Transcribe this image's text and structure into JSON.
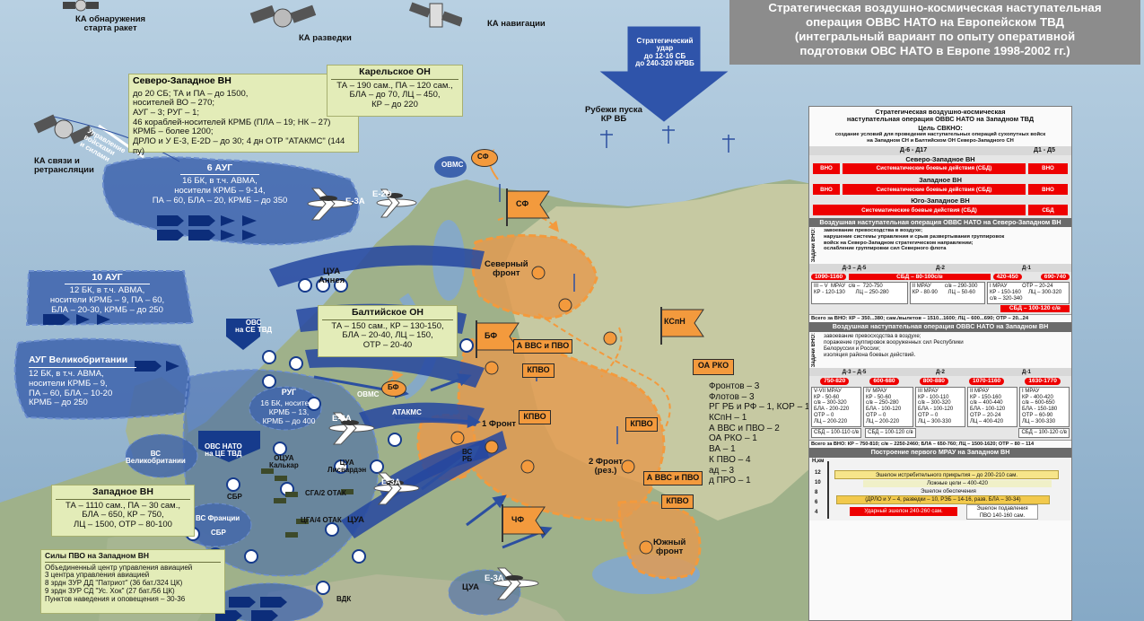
{
  "title": {
    "lines": [
      "Стратегическая воздушно-космическая наступательная",
      "операция ОВВС НАТО на Европейском ТВД",
      "(интегральный вариант по опыту оперативной",
      "подготовки ОВС НАТО в Европе 1998-2002 гг.)"
    ]
  },
  "satellites": {
    "launch": "КА обнаружения\nстарта ракет",
    "recon": "КА разведки",
    "nav": "КА навигации",
    "comms": "КА связи и\nретрансляции",
    "comms_arrow": "Управление\nвойсками\nи силами"
  },
  "strike": {
    "label": "Стратегический\nудар\nдо 12-16 СБ\nдо 240-320 КРВБ"
  },
  "launch_lines": "Рубежи пуска\nКР ВБ",
  "nw_box": {
    "title": "Северо-Западное ВН",
    "lines": [
      "до 20 СБ; ТА и ПА – до 1500,",
      "носителей ВО – 270;",
      "АУГ – 3; РУГ – 1;",
      "46 кораблей-носителей КРМБ (ПЛА – 19; НК – 27)",
      "КРМБ – более 1200;",
      "ДРЛО и У Е-3, Е-2D – до 30; 4 дн ОТР \"АТАКМС\" (144 пу)"
    ]
  },
  "karel_box": {
    "title": "Карельское ОН",
    "lines": [
      "ТА – 190 сам., ПА – 120 сам.,",
      "БЛА – до 70, ЛЦ – 450,",
      "КР – до 220"
    ]
  },
  "baltic_box": {
    "title": "Балтийское ОН",
    "lines": [
      "ТА – 150 сам., КР – 130-150,",
      "БЛА – 20-40, ЛЦ – 150,",
      "ОТР – 20-40"
    ]
  },
  "west_box": {
    "title": "Западное ВН",
    "lines": [
      "ТА – 1110 сам., ПА – 30 сам.,",
      "БЛА – 650, КР – 750,",
      "ЛЦ – 1500, ОТР – 80-100"
    ]
  },
  "pvo_box": {
    "title": "Силы ПВО на Западном ВН",
    "lines": [
      "Объединенный центр управления авиацией",
      "3 центра управления авиацией",
      "8 зрдн ЗУР ДД \"Патриот\" (36 бат./324 ЦК)",
      "9 зрдн ЗУР СД \"Ус. Хок\" (27 бат./56 ЦК)",
      "Пунктов наведения и оповещения – 30-36"
    ]
  },
  "aug6": {
    "title": "6 АУГ",
    "lines": [
      "16 БК, в т.ч. АВМА,",
      "носители КРМБ – 9-14,",
      "ПА – 60, БЛА – 20, КРМБ – до 350"
    ]
  },
  "aug10": {
    "title": "10 АУГ",
    "lines": [
      "12 БК, в т.ч. АВМА,",
      "носители КРМБ – 9, ПА – 60,",
      "БЛА – 20-30, КРМБ – до 250"
    ]
  },
  "aug_uk": {
    "title": "АУГ Великобритании",
    "lines": [
      "12 БК, в т.ч. АВМА,",
      "носители КРМБ – 9,",
      "ПА – 60, БЛА – 10-20",
      "КРМБ – до 250"
    ]
  },
  "rug": {
    "title": "РУГ",
    "lines": [
      "16 БК, носители",
      "КРМБ – 13,",
      "КРМБ – до 400"
    ]
  },
  "map_labels": {
    "ovms1": "ОВМС",
    "sf_small": "СФ",
    "e2d": "Е-2D",
    "e3": "Е-3А",
    "cua_annea": "ЦУА\nАннея",
    "ovs_se": "ОВС\nна СЕ ТВД",
    "ovms2": "ОВМС",
    "bf_small": "БФ",
    "e3b": "Е-3А",
    "atakms": "АТАКМС",
    "vs_uk": "ВС\nВеликобритании",
    "ovs_ce": "ОВС НАТО\nна ЦЕ ТВД",
    "ocua": "ОЦУА\nКалькар",
    "cua_lis": "ЦУА\nЛисвардэн",
    "sga2": "СГА/2 ОТАК",
    "cga4": "ЦГА/4 ОТАК",
    "cua2": "ЦУА",
    "sbr1": "СБР",
    "sbr2": "СБР",
    "vs_fr": "ВС Франции",
    "e3c": "Е-3А",
    "cua3": "ЦУА",
    "vdk": "ВДК",
    "e3d": "Е-3А",
    "vs_rb": "ВС\nРБ"
  },
  "flags": {
    "sf": "СФ",
    "bf": "БФ",
    "chf": "ЧФ",
    "kspn": "КСпН"
  },
  "fronts": {
    "north": "Северный\nфронт",
    "f1": "1 Фронт",
    "f2": "2 Фронт\n(рез.)",
    "south": "Южный\nфронт"
  },
  "boxes": {
    "avvs1": "А ВВС и ПВО",
    "kpvo1": "КПВО",
    "kpvo2": "КПВО",
    "kpvo3": "КПВО",
    "avvs2": "А ВВС и ПВО",
    "kpvo4": "КПВО",
    "oarko": "ОА РКО"
  },
  "force_stats": [
    "Фронтов – 3",
    "Флотов – 3",
    "РГ РБ и РФ – 1, КОР – 1",
    "КСпН – 1",
    "А ВВС и ПВО – 2",
    "ОА РКО – 1",
    "ВА – 1",
    "К ПВО – 4",
    "ад – 3",
    "д ПРО – 1"
  ],
  "panel": {
    "title": "Стратегическая воздушно-космическая\nнаступательная операция ОВВС НАТО на Западном ТВД",
    "goal_hd": "Цель СВКНО:",
    "goal": "создание условий для проведения наступательных операций сухопутных войск\nна Западном СН и Балтийском ОН Северо-Западного СН",
    "periods": [
      "Д-6 - Д17",
      "Д1 - Д5"
    ],
    "dirs": [
      {
        "name": "Северо-Западное ВН",
        "a": "ВНО",
        "b": "Систематические боевые действия (СБД)",
        "c": "ВНО"
      },
      {
        "name": "Западное ВН",
        "a": "ВНО",
        "b": "Систематические боевые действия (СБД)",
        "c": "ВНО"
      },
      {
        "name": "Юго-Западное ВН",
        "a": "",
        "b": "Систематические боевые действия (СБД)",
        "c": "СБД"
      }
    ],
    "nw_op": {
      "hd": "Воздушная наступательная операция ОВВС НАТО на Северо-Западном ВН",
      "side": "Задачи ВНО:",
      "tasks": "завоевание превосходства в воздухе;\nнарушение системы управления и срыв развертывания группировок\nвойск на Северо-Западном стратегическом направлении;\nослабление группировки сил Северного флота",
      "cols": [
        "Д-3 – Д-5",
        "Д-2",
        "Д-1"
      ],
      "sbd": "СБД – 80-100с/в",
      "pills": [
        "1090-1160",
        "420-450",
        "690-740"
      ],
      "cells": [
        "III – V  МРАУ  с/в –  720-750\nКР - 120-130       ЛЦ – 250-280",
        "II МРАУ         с/в – 290-300\nКР - 80-90       ЛЦ – 50-60",
        "I МРАУ          ОТР – 20-24\nКР - 150-160     ЛЦ – 300-320\nс/в – 320-340"
      ],
      "sbd2": "СБД – 100-120 с/в",
      "total": "Всего за ВНО:  КР – 350...380; сам./вылетов – 1510...1600; ЛЦ – 600...690; ОТР – 20...24"
    },
    "w_op": {
      "hd": "Воздушная наступательная операция ОВВС НАТО на Западном ВН",
      "side": "Задачи ВНО:",
      "tasks": "завоевание превосходства в воздухе;\nпоражение группировок вооруженных сил Республики\nБелоруссии и России;\nизоляция района боевых действий.",
      "cols": [
        "Д-3 – Д-5",
        "Д-2",
        "Д-1"
      ],
      "pills": [
        "750-820",
        "600-680",
        "800-880",
        "1070-1160",
        "1630-1770"
      ],
      "cells": [
        "V-VII МРАУ\nКР - 50-60\nс/в – 300-320\nБЛА - 200-220\nОТР – 0\nЛЦ – 200-220",
        "IV МРАУ\nКР - 50-60\nс/в – 250-280\nБЛА - 100-120\nОТР – 0\nЛЦ – 200-220",
        "III МРАУ\nКР - 100-110\nс/в – 300-320\nБЛА - 100-120\nОТР – 0\nЛЦ – 300-330",
        "II МРАУ\nКР - 150-160\nс/в – 400-440\nБЛА - 100-120\nОТР – 20-24\nЛЦ – 400-420",
        "I МРАУ\nКР - 400-420\nс/в – 600-650\nБЛА - 150-180\nОТР – 60-90\nЛЦ – 300-330"
      ],
      "sbd": [
        "СБД – 100-110 с/в",
        "СБД – 100-120 с/в",
        "СБД – 100-120 с/в"
      ],
      "total": "Всего за ВНО:  КР – 750-810; с/в – 2250-2460; БЛА – 650-760; ЛЦ – 1500-1620; ОТР – 80 – 114"
    },
    "mrau": {
      "hd": "Построение первого МРАУ на Западном ВН",
      "axis": "Н,км",
      "ticks": [
        "12",
        "10",
        "8",
        "6",
        "4"
      ],
      "e1": "Эшелон истребительного прикрытия – до 200-210 сам.",
      "e2": "Ложные цели – 400-420",
      "e3": "Эшелон обеспечения",
      "e4": "(ДРЛО и У – 4, разведки – 10,   РЭБ – 14-16, разв. БЛА – 30-34)",
      "e5": "Ударный эшелон 240-260 сам.",
      "e6": "Эшелон подавления\nПВО 140-160 сам."
    }
  },
  "colors": {
    "sea": "#8fb6d3",
    "land": "#a6b690",
    "russia": "#c8cba6",
    "orange": "#f39a3d",
    "navy": "#1f3f8a",
    "red": "#e00000",
    "bluezone": "#3d63ad"
  }
}
